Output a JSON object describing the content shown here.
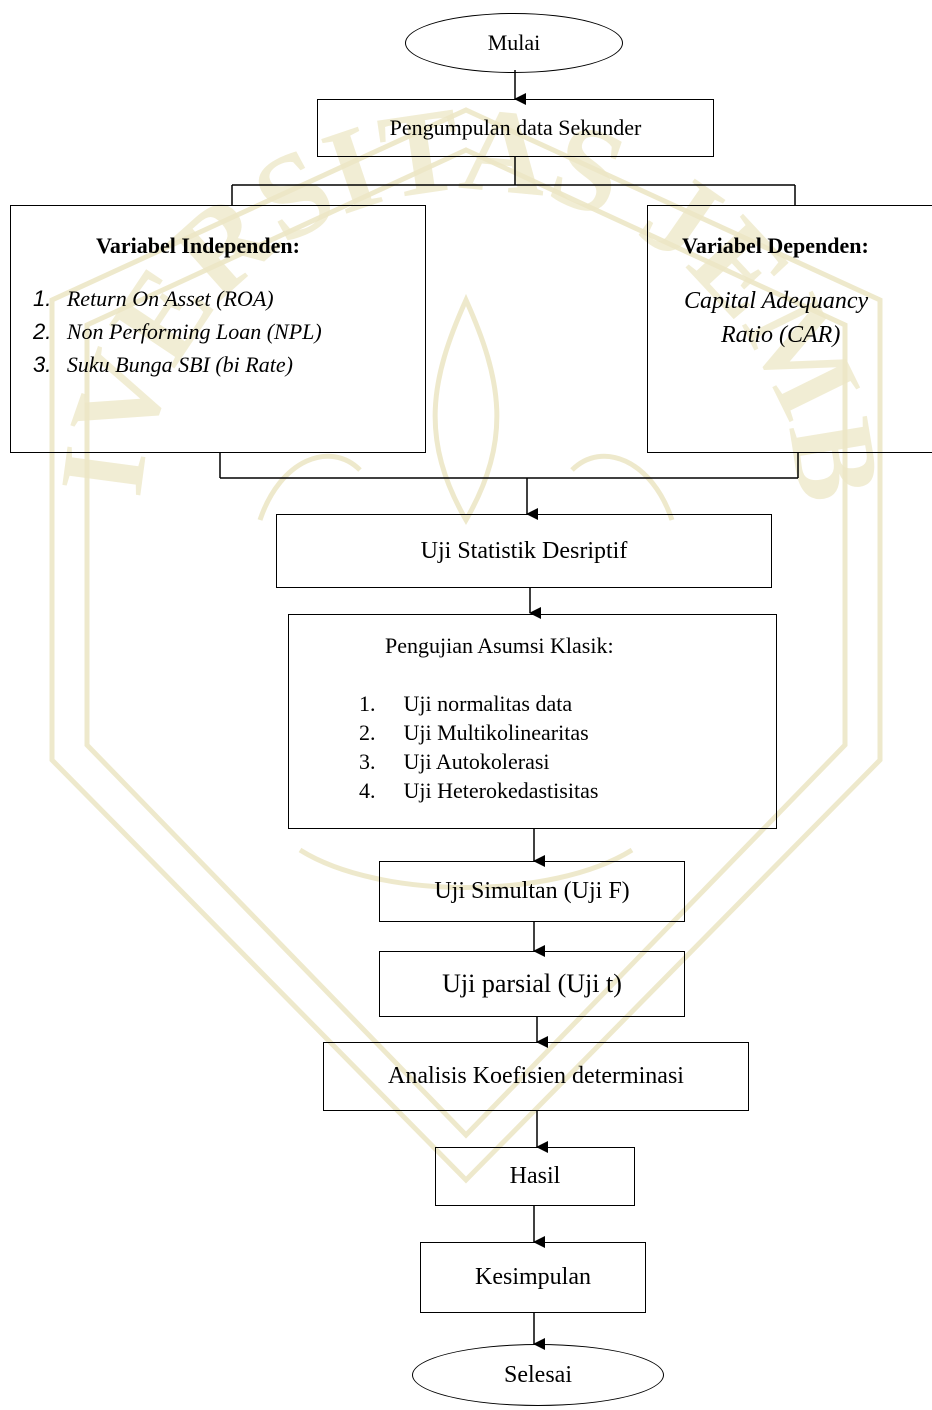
{
  "watermark": {
    "text": "UNIVERSITAS JEMBER",
    "color": "#e9e3bd"
  },
  "start": "Mulai",
  "collect": "Pengumpulan data Sekunder",
  "independent": {
    "title": "Variabel Independen:",
    "items": [
      {
        "num": "1.",
        "text": "Return On Asset (ROA)"
      },
      {
        "num": "2.",
        "text": "Non Performing Loan (NPL)"
      },
      {
        "num": "3.",
        "text": "Suku Bunga SBI (bi Rate)"
      }
    ]
  },
  "dependent": {
    "title": "Variabel Dependen:",
    "line1": "Capital Adequancy",
    "line2": "Ratio (CAR)"
  },
  "descriptive": "Uji Statistik Desriptif",
  "classic": {
    "title": "Pengujian Asumsi Klasik:",
    "items": [
      {
        "num": "1.",
        "text": "Uji normalitas data"
      },
      {
        "num": "2.",
        "text": "Uji Multikolinearitas"
      },
      {
        "num": "3.",
        "text": "Uji Autokolerasi"
      },
      {
        "num": "4.",
        "text": "Uji Heterokedastisitas"
      }
    ]
  },
  "simultan": "Uji Simultan (Uji F)",
  "parsial": "Uji parsial (Uji t)",
  "koef": "Analisis Koefisien determinasi",
  "hasil": "Hasil",
  "kesimpulan": "Kesimpulan",
  "end": "Selesai"
}
